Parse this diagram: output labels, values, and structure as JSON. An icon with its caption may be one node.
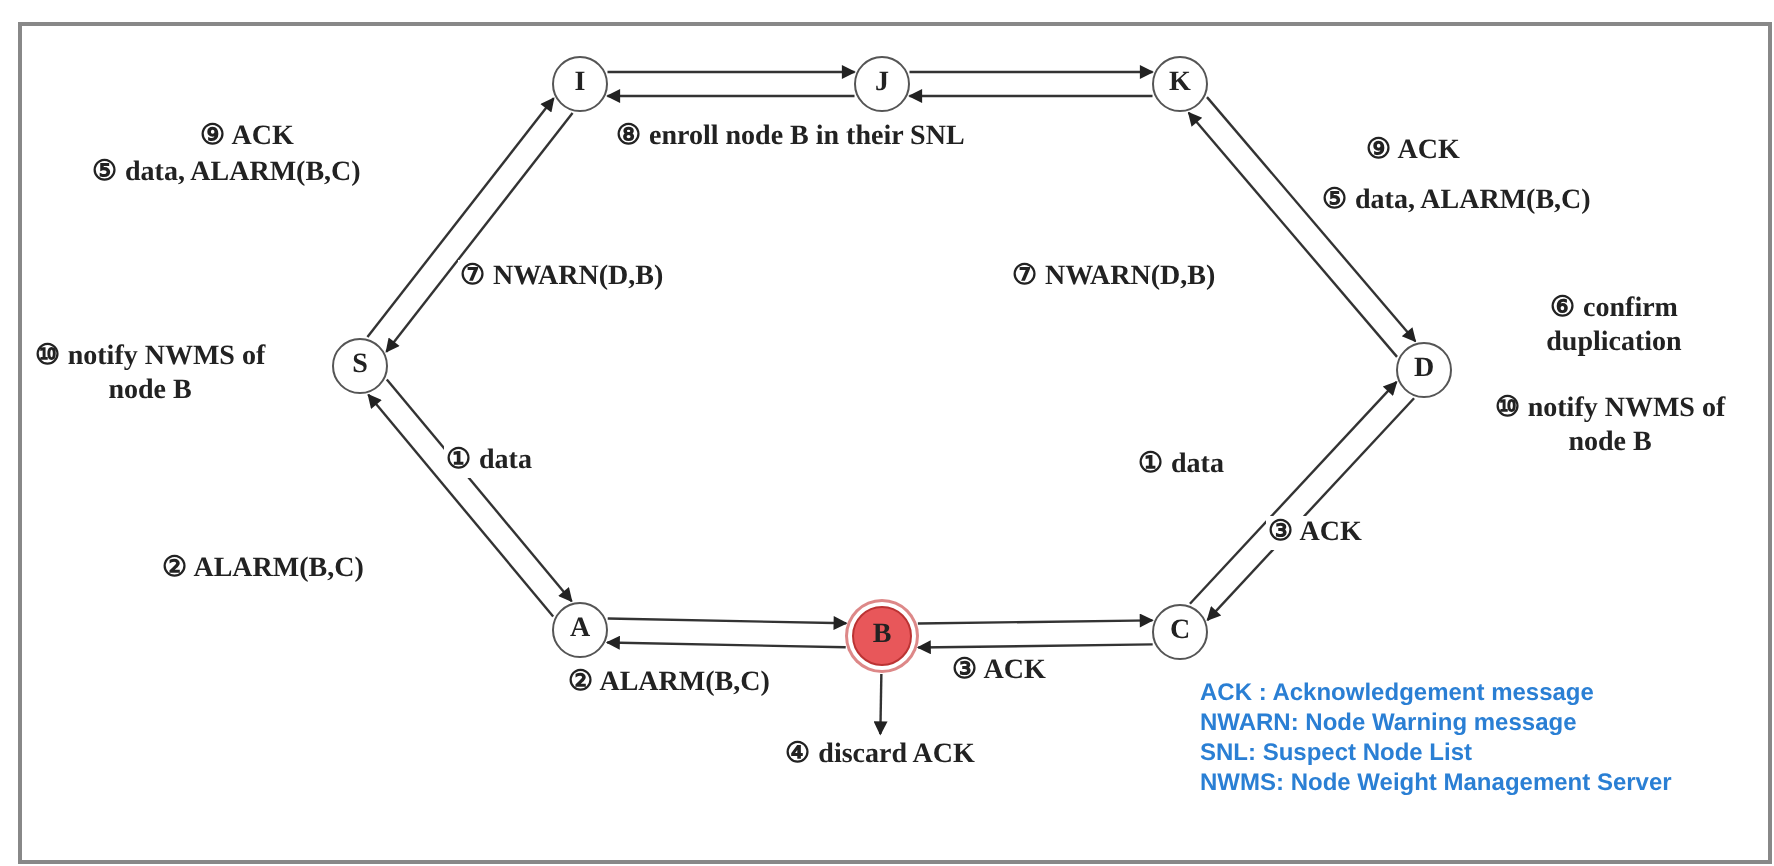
{
  "diagram": {
    "nodes": [
      {
        "text": [
          "I"
        ]
      },
      {
        "text": [
          "J"
        ]
      },
      {
        "text": [
          "K"
        ]
      },
      {
        "text": [
          "S"
        ],
        "beside": [
          "⑩ notify NWMS of node B"
        ]
      },
      {
        "text": [
          "D"
        ],
        "beside": [
          "⑥ confirm duplication",
          "⑩ notify NWMS of node B"
        ]
      },
      {
        "text": [
          "A"
        ]
      },
      {
        "text": [
          "B"
        ]
      },
      {
        "text": [
          "C"
        ]
      },
      {
        "text": [
          "④ discard ACK"
        ]
      }
    ],
    "edges": [
      {
        "from": 0,
        "to": 1,
        "arrow": "to"
      },
      {
        "from": 1,
        "to": 0,
        "arrow": "to"
      },
      {
        "from": 1,
        "to": 2,
        "arrow": "to"
      },
      {
        "from": 2,
        "to": 1,
        "arrow": "to"
      },
      {
        "from": 3,
        "to": 0,
        "arrow": "to",
        "label": "⑤ data, ALARM(B,C)"
      },
      {
        "from": 0,
        "to": 3,
        "arrow": "to",
        "label": "⑦ NWARN(D,B)"
      },
      {
        "from": 2,
        "to": 4,
        "arrow": "to",
        "label": "⑤ data, ALARM(B,C)"
      },
      {
        "from": 4,
        "to": 2,
        "arrow": "to",
        "label": "⑦ NWARN(D,B)"
      },
      {
        "from": 3,
        "to": 5,
        "arrow": "to",
        "label": "① data"
      },
      {
        "from": 5,
        "to": 3,
        "arrow": "to",
        "label": "② ALARM(B,C)"
      },
      {
        "from": 5,
        "to": 6,
        "arrow": "to"
      },
      {
        "from": 6,
        "to": 5,
        "arrow": "to",
        "label": "② ALARM(B,C)"
      },
      {
        "from": 6,
        "to": 7,
        "arrow": "to"
      },
      {
        "from": 7,
        "to": 6,
        "arrow": "to",
        "label": "③ ACK"
      },
      {
        "from": 7,
        "to": 4,
        "arrow": "to",
        "label": "① data"
      },
      {
        "from": 4,
        "to": 7,
        "arrow": "to",
        "label": "③ ACK"
      },
      {
        "from": 6,
        "to": 8,
        "arrow": "to"
      }
    ],
    "labels": [
      "⑨ ACK",
      "⑧ enroll node B in their SNL",
      "⑨ ACK",
      "ACK : Acknowledgement message",
      "NWARN: Node Warning message",
      "SNL: Suspect Node List",
      "NWMS: Node Weight Management Server"
    ]
  }
}
